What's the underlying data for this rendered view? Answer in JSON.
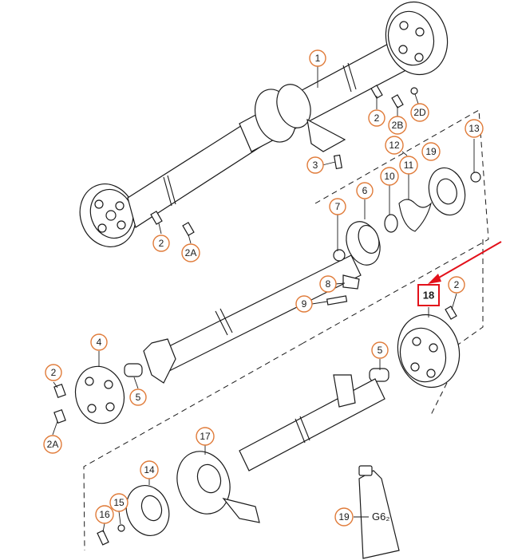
{
  "accent_color": "#e3101a",
  "callout_color": "#e07b39",
  "callouts": [
    {
      "id": "c1",
      "label": "1"
    },
    {
      "id": "c2a",
      "label": "2"
    },
    {
      "id": "c2b",
      "label": "2B"
    },
    {
      "id": "c2d",
      "label": "2D"
    },
    {
      "id": "c3",
      "label": "3"
    },
    {
      "id": "c2c",
      "label": "2"
    },
    {
      "id": "c2A1",
      "label": "2A"
    },
    {
      "id": "c12",
      "label": "12"
    },
    {
      "id": "c19a",
      "label": "19"
    },
    {
      "id": "c13",
      "label": "13"
    },
    {
      "id": "c6",
      "label": "6"
    },
    {
      "id": "c7",
      "label": "7"
    },
    {
      "id": "c10",
      "label": "10"
    },
    {
      "id": "c11",
      "label": "11"
    },
    {
      "id": "c8",
      "label": "8"
    },
    {
      "id": "c9",
      "label": "9"
    },
    {
      "id": "c2e",
      "label": "2"
    },
    {
      "id": "c4",
      "label": "4"
    },
    {
      "id": "c2f",
      "label": "2"
    },
    {
      "id": "c5a",
      "label": "5"
    },
    {
      "id": "c5b",
      "label": "5"
    },
    {
      "id": "c2A2",
      "label": "2A"
    },
    {
      "id": "c17",
      "label": "17"
    },
    {
      "id": "c14",
      "label": "14"
    },
    {
      "id": "c15",
      "label": "15"
    },
    {
      "id": "c16",
      "label": "16"
    },
    {
      "id": "c19b",
      "label": "19"
    }
  ],
  "highlighted_part": {
    "label": "18"
  },
  "tube_label": "G6₂"
}
